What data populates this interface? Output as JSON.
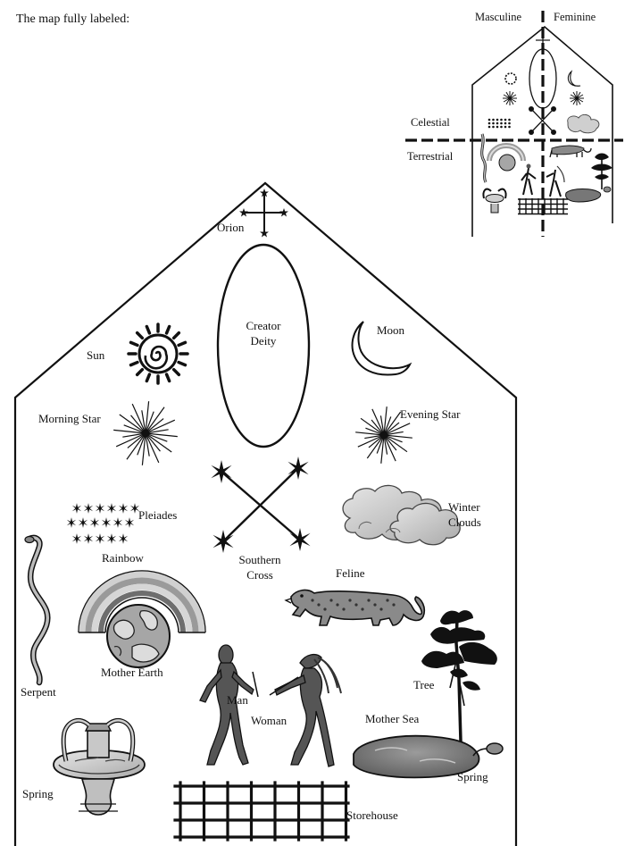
{
  "caption": "The map fully labeled:",
  "inset": {
    "masculine_label": "Masculine",
    "feminine_label": "Feminine",
    "celestial_label": "Celestial",
    "terrestrial_label": "Terrestrial"
  },
  "labels": {
    "orion": "Orion",
    "creator_line1": "Creator",
    "creator_line2": "Deity",
    "sun": "Sun",
    "moon": "Moon",
    "morning_star": "Morning Star",
    "evening_star": "Evening Star",
    "pleiades": "Pleiades",
    "winter_clouds_line1": "Winter",
    "winter_clouds_line2": "Clouds",
    "rainbow": "Rainbow",
    "southern_cross_line1": "Southern",
    "southern_cross_line2": "Cross",
    "feline": "Feline",
    "mother_earth": "Mother Earth",
    "serpent": "Serpent",
    "man": "Man",
    "woman": "Woman",
    "tree": "Tree",
    "mother_sea": "Mother Sea",
    "spring_left": "Spring",
    "spring_right": "Spring",
    "storehouse": "Storehouse"
  },
  "colors": {
    "line": "#111111",
    "gray_light": "#d2d2d2",
    "gray_mid": "#8c8c8c",
    "gray_dark": "#555555"
  }
}
